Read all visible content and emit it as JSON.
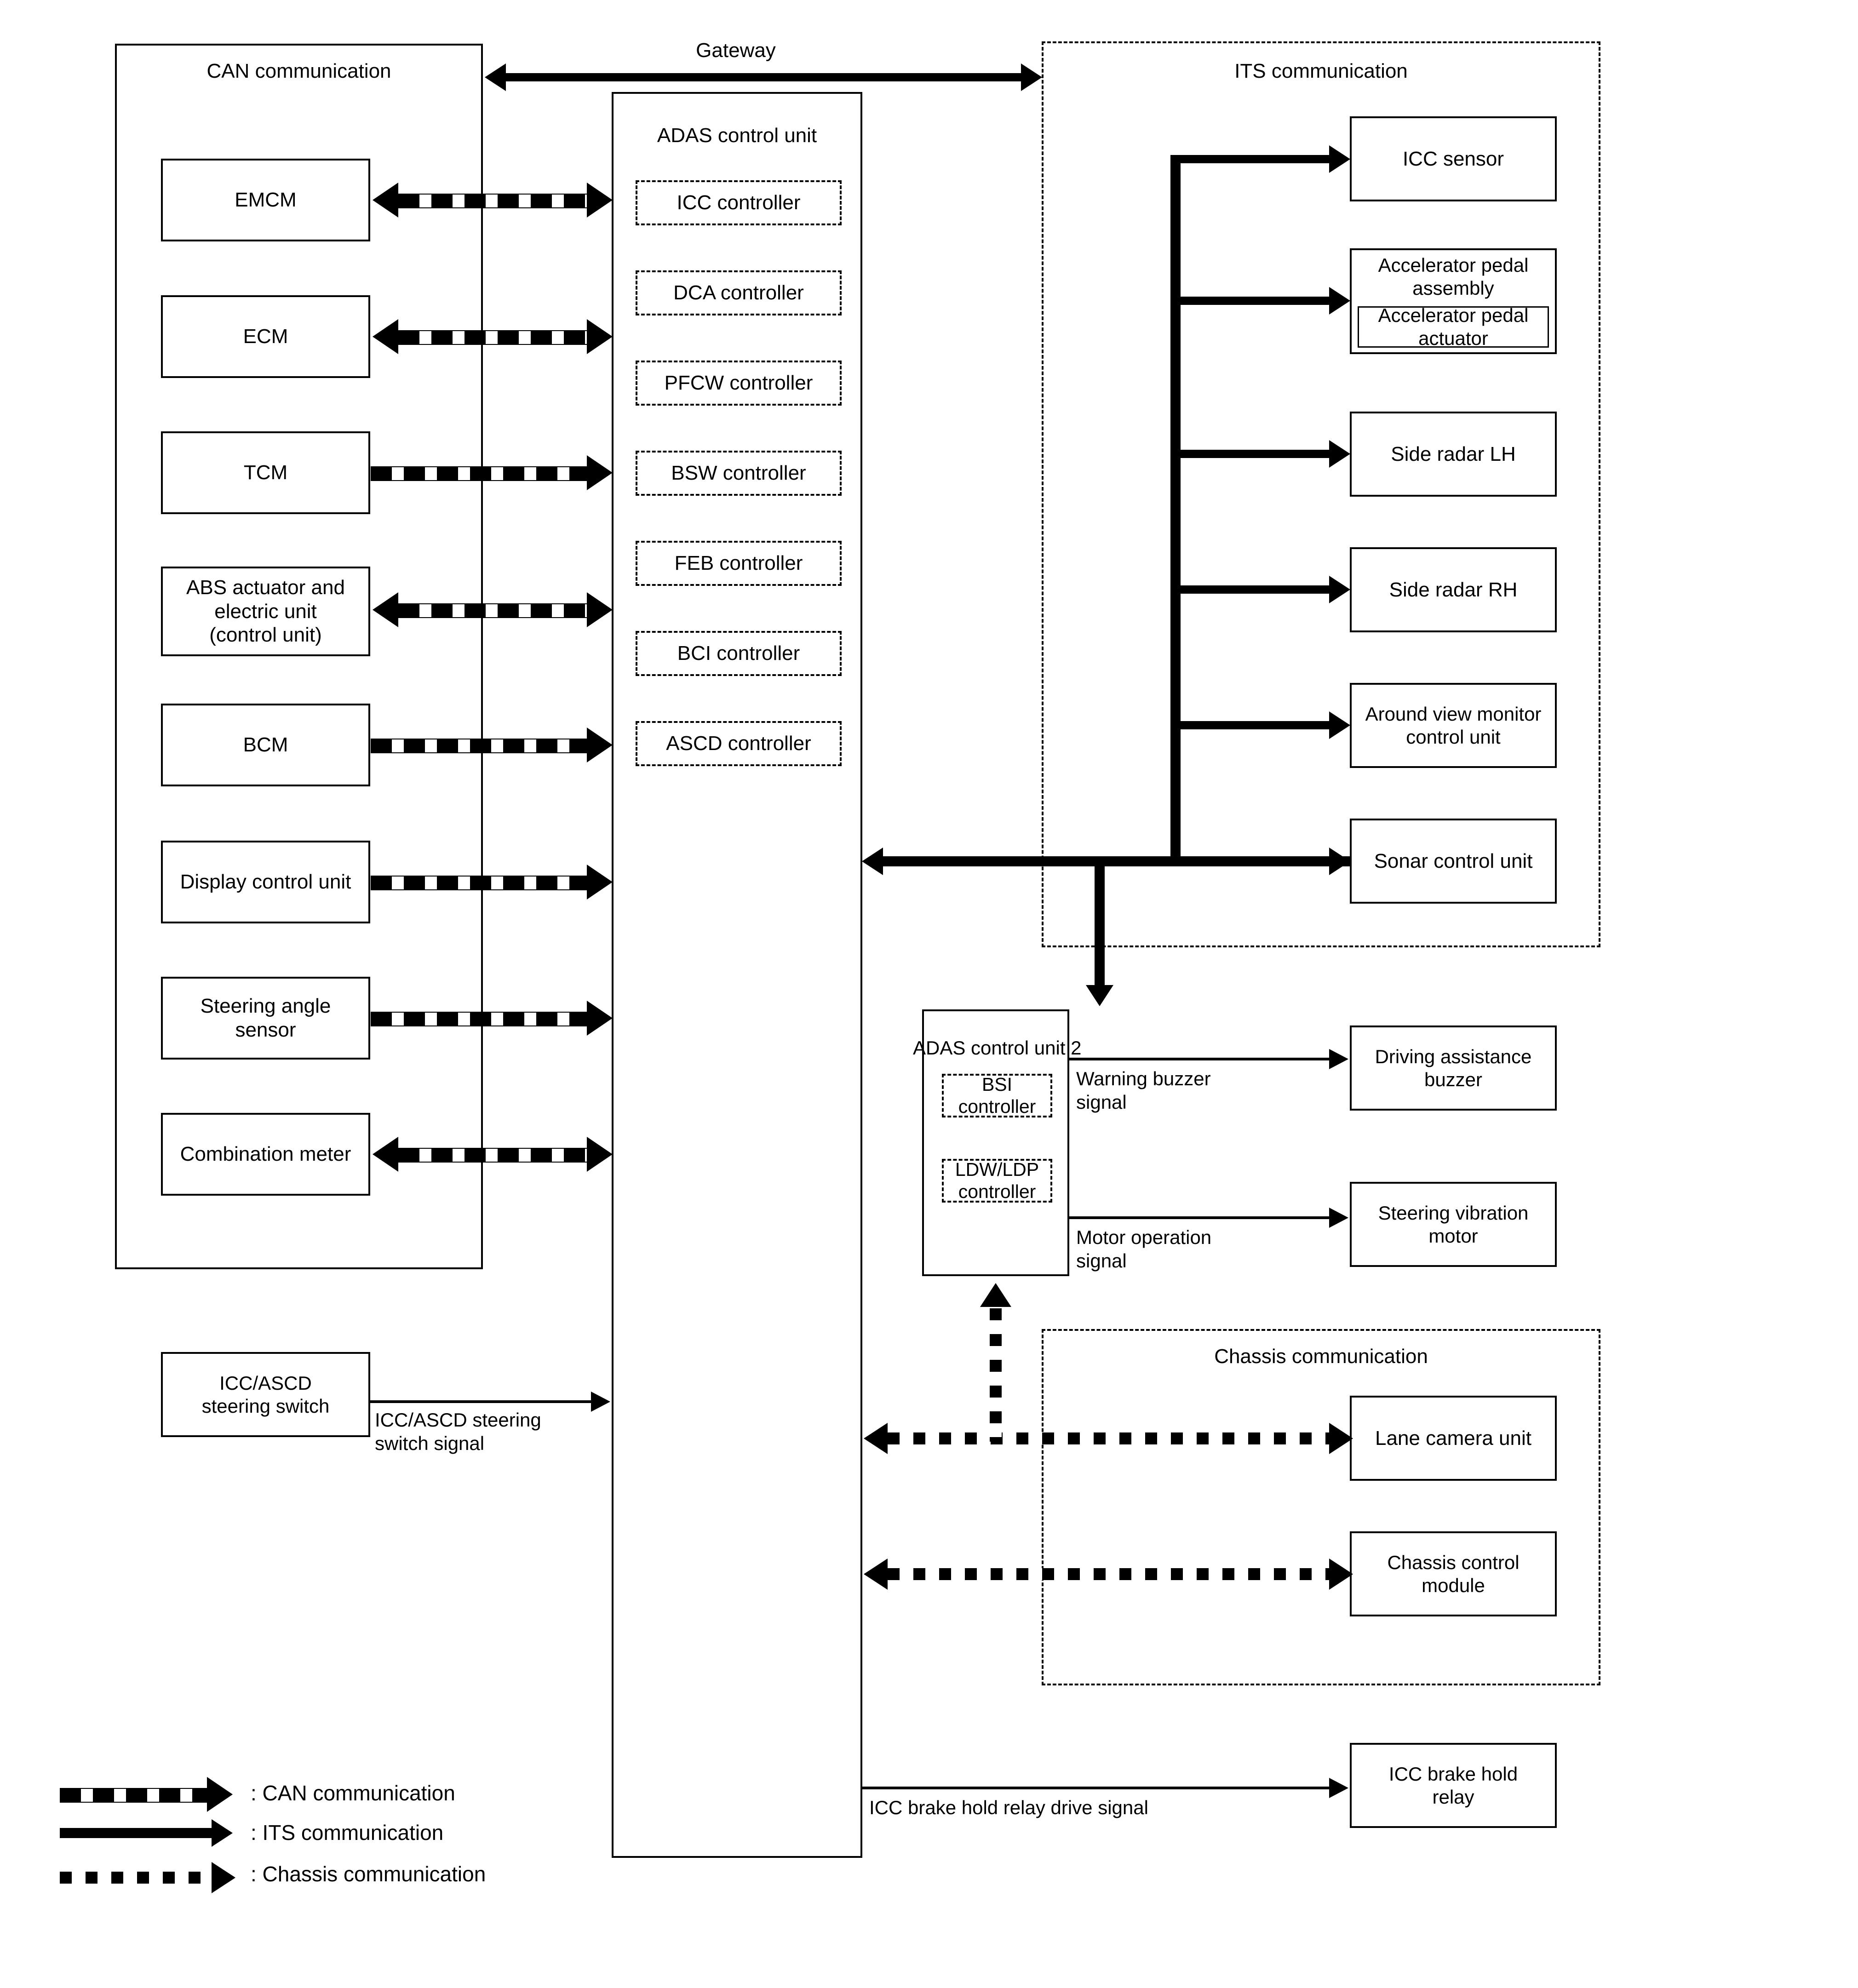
{
  "groups": {
    "can": {
      "label": "CAN communication"
    },
    "its": {
      "label": "ITS communication"
    },
    "chassis": {
      "label": "Chassis communication"
    },
    "gateway": {
      "label": "Gateway"
    }
  },
  "can_nodes": [
    {
      "label": "EMCM",
      "arrow": "both"
    },
    {
      "label": "ECM",
      "arrow": "both"
    },
    {
      "label": "TCM",
      "arrow": "right"
    },
    {
      "label": "ABS actuator and\nelectric unit\n(control unit)",
      "arrow": "both"
    },
    {
      "label": "BCM",
      "arrow": "right"
    },
    {
      "label": "Display control unit",
      "arrow": "right"
    },
    {
      "label": "Steering angle\nsensor",
      "arrow": "right"
    },
    {
      "label": "Combination meter",
      "arrow": "both"
    }
  ],
  "adas_control_unit": {
    "title": "ADAS control unit",
    "controllers": [
      "ICC controller",
      "DCA controller",
      "PFCW controller",
      "BSW controller",
      "FEB controller",
      "BCI controller",
      "ASCD controller"
    ]
  },
  "adas_control_unit_2": {
    "title": "ADAS control unit 2",
    "controllers": [
      "BSI controller",
      "LDW/LDP controller"
    ]
  },
  "its_nodes": [
    {
      "label": "ICC sensor"
    },
    {
      "label": "Accelerator pedal\nassembly",
      "inner": "Accelerator pedal\nactuator"
    },
    {
      "label": "Side radar LH"
    },
    {
      "label": "Side radar RH"
    },
    {
      "label": "Around view monitor\ncontrol unit"
    },
    {
      "label": "Sonar control unit"
    }
  ],
  "chassis_nodes": [
    {
      "label": "Lane camera unit"
    },
    {
      "label": "Chassis control\nmodule"
    }
  ],
  "output_nodes": [
    {
      "label": "Driving assistance\nbuzzer",
      "signal": "Warning buzzer\nsignal"
    },
    {
      "label": "Steering vibration\nmotor",
      "signal": "Motor operation\nsignal"
    }
  ],
  "switch_node": {
    "label": "ICC/ASCD\nsteering switch",
    "signal": "ICC/ASCD steering\nswitch signal"
  },
  "relay_node": {
    "label": "ICC brake hold\nrelay",
    "signal": "ICC brake hold relay drive signal"
  },
  "legend": [
    {
      "type": "can",
      "text": ": CAN communication"
    },
    {
      "type": "its",
      "text": ": ITS communication"
    },
    {
      "type": "chassis",
      "text": ": Chassis communication"
    }
  ],
  "colors": {
    "line": "#000000",
    "background": "#ffffff"
  }
}
